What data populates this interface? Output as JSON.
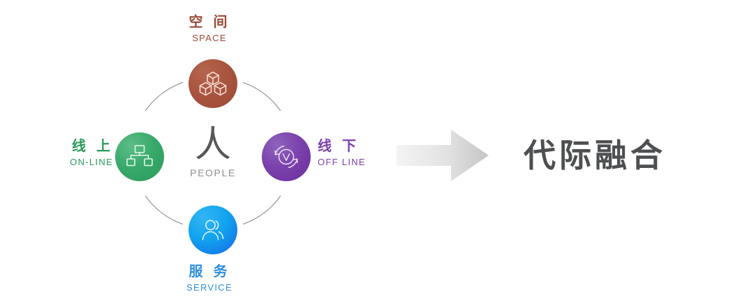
{
  "diagram": {
    "center": {
      "glyph": "人",
      "label_cn": "人",
      "label_en": "PEOPLE"
    },
    "nodes": [
      {
        "key": "space",
        "label_cn": "空 间",
        "label_en": "SPACE",
        "icon": "stacked-cubes-icon",
        "color": "#9c4a37",
        "position": "top"
      },
      {
        "key": "online",
        "label_cn": "线 上",
        "label_en": "ON-LINE",
        "icon": "network-nodes-icon",
        "color": "#2a9a5c",
        "position": "left"
      },
      {
        "key": "offline",
        "label_cn": "线 下",
        "label_en": "OFF LINE",
        "icon": "refresh-cycle-icon",
        "color": "#7a40ab",
        "position": "right"
      },
      {
        "key": "service",
        "label_cn": "服 务",
        "label_en": "SERVICE",
        "icon": "people-group-icon",
        "color": "#1667e8",
        "position": "bottom"
      }
    ],
    "connector": {
      "icon": "right-arrow-icon",
      "color_start": "#f2f2f2",
      "color_end": "#c9c9c9"
    },
    "headline": {
      "text": "代际融合",
      "color": "#4d4f51"
    },
    "arc_color": "#9b9d9f"
  }
}
